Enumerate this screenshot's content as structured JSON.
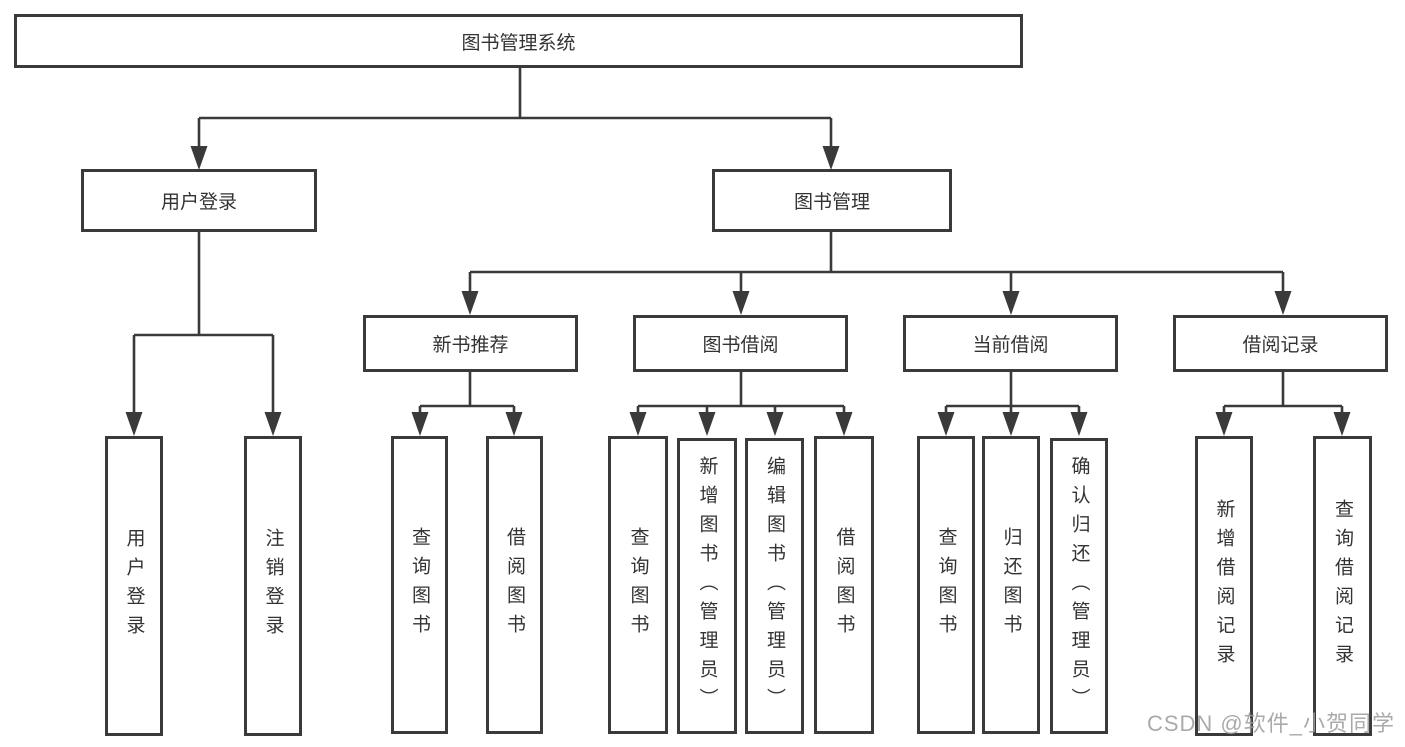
{
  "colors": {
    "line": "#3a3a3a",
    "text": "#333333",
    "fill": "#ffffff",
    "watermark": "#9c9c9c"
  },
  "tree": {
    "root": {
      "label": "图书管理系统"
    },
    "level1": [
      {
        "label": "用户登录"
      },
      {
        "label": "图书管理"
      }
    ],
    "login_children": [
      {
        "label": "用户登录"
      },
      {
        "label": "注销登录"
      }
    ],
    "modules": [
      {
        "label": "新书推荐",
        "children": [
          {
            "label": "查询图书"
          },
          {
            "label": "借阅图书"
          }
        ]
      },
      {
        "label": "图书借阅",
        "children": [
          {
            "label": "查询图书"
          },
          {
            "label": "新增图书（管理员）"
          },
          {
            "label": "编辑图书（管理员）"
          },
          {
            "label": "借阅图书"
          }
        ]
      },
      {
        "label": "当前借阅",
        "children": [
          {
            "label": "查询图书"
          },
          {
            "label": "归还图书"
          },
          {
            "label": "确认归还（管理员）"
          }
        ]
      },
      {
        "label": "借阅记录",
        "children": [
          {
            "label": "新增借阅记录"
          },
          {
            "label": "查询借阅记录"
          }
        ]
      }
    ]
  },
  "watermark": {
    "text": "CSDN @软件_小贺同学"
  }
}
